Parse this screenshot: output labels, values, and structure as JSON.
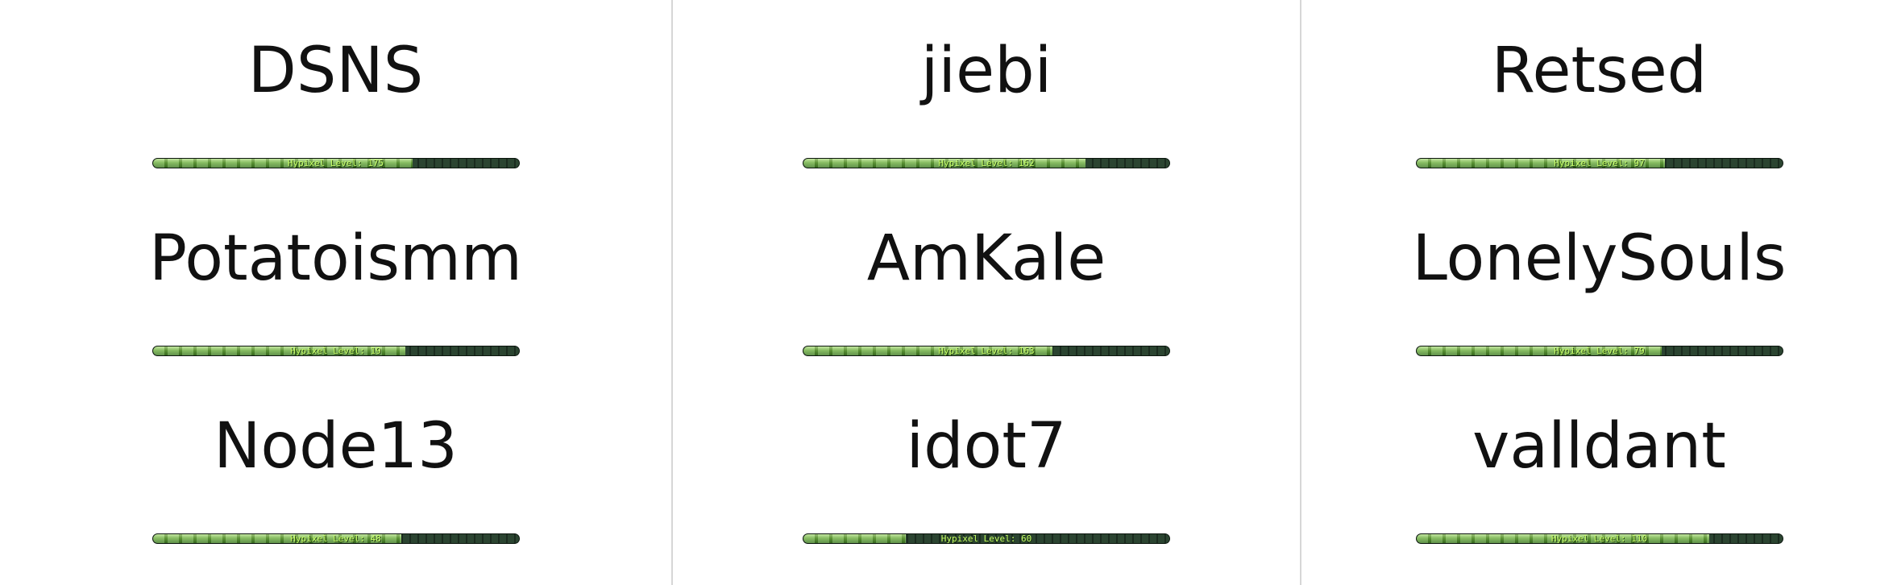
{
  "colors": {
    "background": "#ffffff",
    "name_text": "#111111",
    "divider": "#d6d6d6",
    "bar_track": "#1f3324",
    "bar_fill": "#6cad3f",
    "bar_label": "#c8ff6a"
  },
  "columns": [
    {
      "players": [
        {
          "name": "DSNS",
          "level_text": "Hypixel Level: 175",
          "progress": 0.71
        },
        {
          "name": "Potatoismm",
          "level_text": "Hypixel Level: 19",
          "progress": 0.69
        },
        {
          "name": "Node13",
          "level_text": "Hypixel Level: 48",
          "progress": 0.68
        }
      ]
    },
    {
      "players": [
        {
          "name": "jiebi",
          "level_text": "Hypixel Level: 162",
          "progress": 0.77
        },
        {
          "name": "AmKale",
          "level_text": "Hypixel Level: 163",
          "progress": 0.68
        },
        {
          "name": "idot7",
          "level_text": "Hypixel Level: 60",
          "progress": 0.28
        }
      ]
    },
    {
      "players": [
        {
          "name": "Retsed",
          "level_text": "Hypixel Level: 97",
          "progress": 0.68
        },
        {
          "name": "LonelySouls",
          "level_text": "Hypixel Level: 79",
          "progress": 0.67
        },
        {
          "name": "valldant",
          "level_text": "Hypixel Level: 110",
          "progress": 0.8
        }
      ]
    }
  ]
}
